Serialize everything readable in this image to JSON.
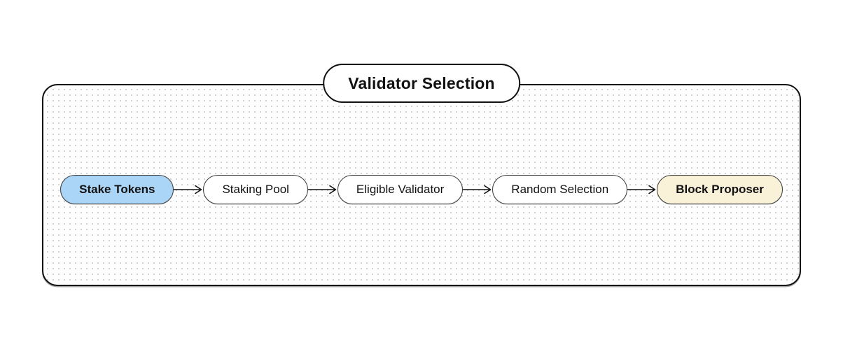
{
  "diagram": {
    "title": "Validator Selection",
    "flow": {
      "direction": "left-to-right",
      "nodes": [
        {
          "label": "Stake Tokens",
          "fill": "#abd5f6",
          "emphasis": true
        },
        {
          "label": "Staking Pool",
          "fill": "#ffffff",
          "emphasis": false
        },
        {
          "label": "Eligible Validator",
          "fill": "#ffffff",
          "emphasis": false
        },
        {
          "label": "Random Selection",
          "fill": "#ffffff",
          "emphasis": false
        },
        {
          "label": "Block Proposer",
          "fill": "#faf1d9",
          "emphasis": true
        }
      ],
      "connector_icon": "arrow-right-icon",
      "connector_count": 4
    },
    "colors": {
      "page_background": "#ffffff",
      "group_border": "#111111",
      "group_dot_pattern": "#c6c6c6",
      "node_border": "#3a3a3a",
      "text": "#111111",
      "highlight_blue": "#abd5f6",
      "highlight_cream": "#faf1d9"
    }
  }
}
